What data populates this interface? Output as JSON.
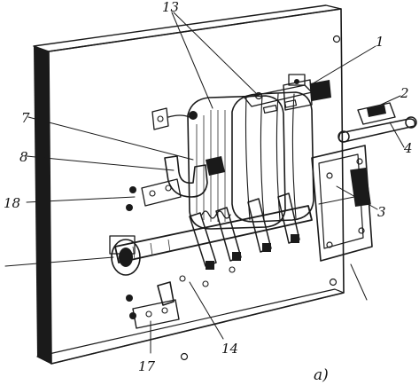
{
  "figure": {
    "subfigure_label": "a)",
    "callouts": [
      {
        "id": "1",
        "text": "1"
      },
      {
        "id": "2",
        "text": "2"
      },
      {
        "id": "3",
        "text": "3"
      },
      {
        "id": "4",
        "text": "4"
      },
      {
        "id": "7",
        "text": "7"
      },
      {
        "id": "8",
        "text": "8"
      },
      {
        "id": "13",
        "text": "13"
      },
      {
        "id": "14",
        "text": "14"
      },
      {
        "id": "17",
        "text": "17"
      },
      {
        "id": "18",
        "text": "18"
      }
    ]
  }
}
